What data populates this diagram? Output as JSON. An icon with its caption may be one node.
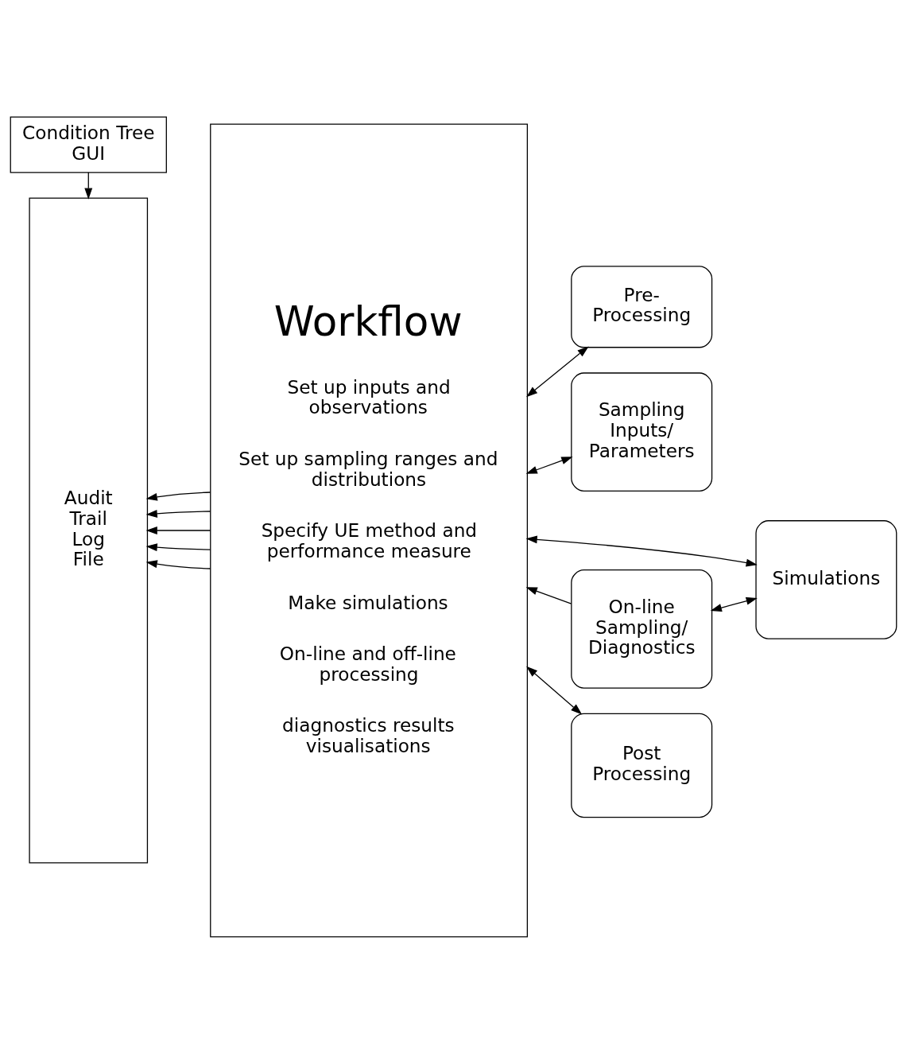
{
  "diagram": {
    "nodes": [
      {
        "text": [
          "Condition Tree GUI"
        ]
      },
      {
        "text": [
          "Audit Trail Log File"
        ]
      },
      {
        "text": [
          "Workflow",
          "Set up inputs and observations",
          "Set up sampling ranges and distributions",
          "Specify UE method and performance measure",
          "Make simulations",
          "On-line and off-line processing",
          "diagnostics results visualisations"
        ]
      },
      {
        "text": [
          "Pre- Processing"
        ]
      },
      {
        "text": [
          "Sampling Inputs/ Parameters"
        ]
      },
      {
        "text": [
          "Simulations"
        ]
      },
      {
        "text": [
          "On-line Sampling/ Diagnostics"
        ]
      },
      {
        "text": [
          "Post Processing"
        ]
      }
    ],
    "edges": [
      {
        "from": 0,
        "to": 1,
        "arrow": "to"
      },
      {
        "from": 2,
        "to": 1,
        "arrow": "to"
      },
      {
        "from": 2,
        "to": 1,
        "arrow": "to"
      },
      {
        "from": 2,
        "to": 1,
        "arrow": "to"
      },
      {
        "from": 2,
        "to": 1,
        "arrow": "to"
      },
      {
        "from": 2,
        "to": 1,
        "arrow": "to"
      },
      {
        "from": 3,
        "to": 2,
        "arrow": "both"
      },
      {
        "from": 4,
        "to": 2,
        "arrow": "both"
      },
      {
        "from": 5,
        "to": 2,
        "arrow": "both"
      },
      {
        "from": 5,
        "to": 6,
        "arrow": "both"
      },
      {
        "from": 6,
        "to": 2,
        "arrow": "to"
      },
      {
        "from": 7,
        "to": 2,
        "arrow": "both"
      }
    ]
  }
}
